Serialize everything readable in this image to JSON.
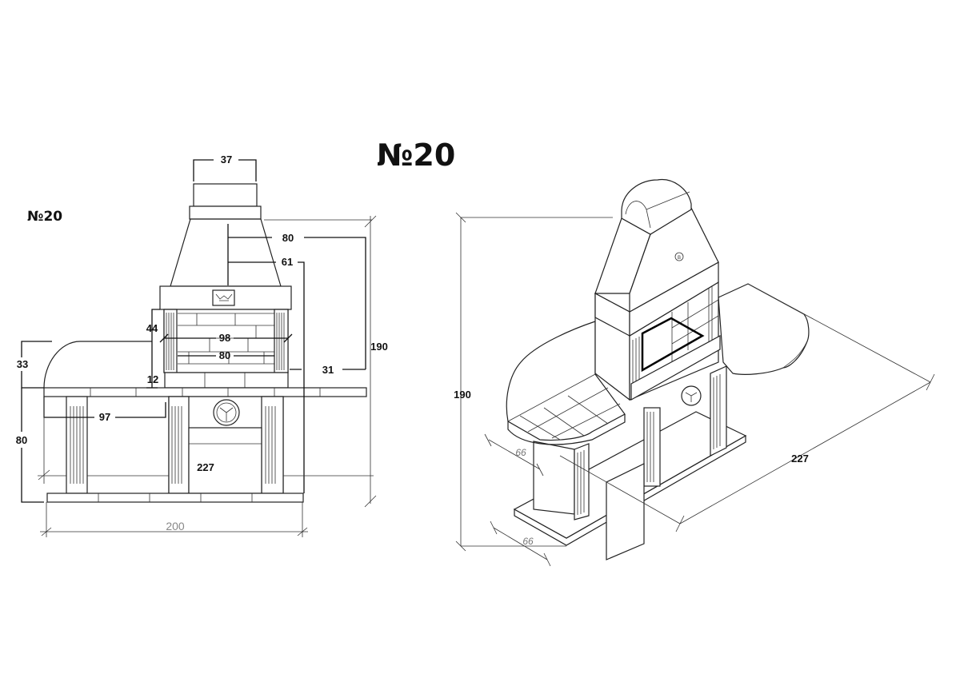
{
  "title": "№20",
  "front_view": {
    "label": "№20",
    "dimensions": {
      "chimney_width": "37",
      "hood_height": "80",
      "hood_to_top": "61",
      "total_height": "190",
      "side_offset": "31",
      "firebox_height": "44",
      "firebox_outer_width": "98",
      "firebox_inner_width": "80",
      "firebox_base": "12",
      "backsplash_height": "33",
      "counter_height": "80",
      "counter_left_width": "97",
      "total_width": "227",
      "plinth_width": "200"
    }
  },
  "iso_view": {
    "dimensions": {
      "height": "190",
      "length": "227",
      "depth_top": "66",
      "depth_bottom": "66"
    },
    "emblem_letter": "B"
  }
}
